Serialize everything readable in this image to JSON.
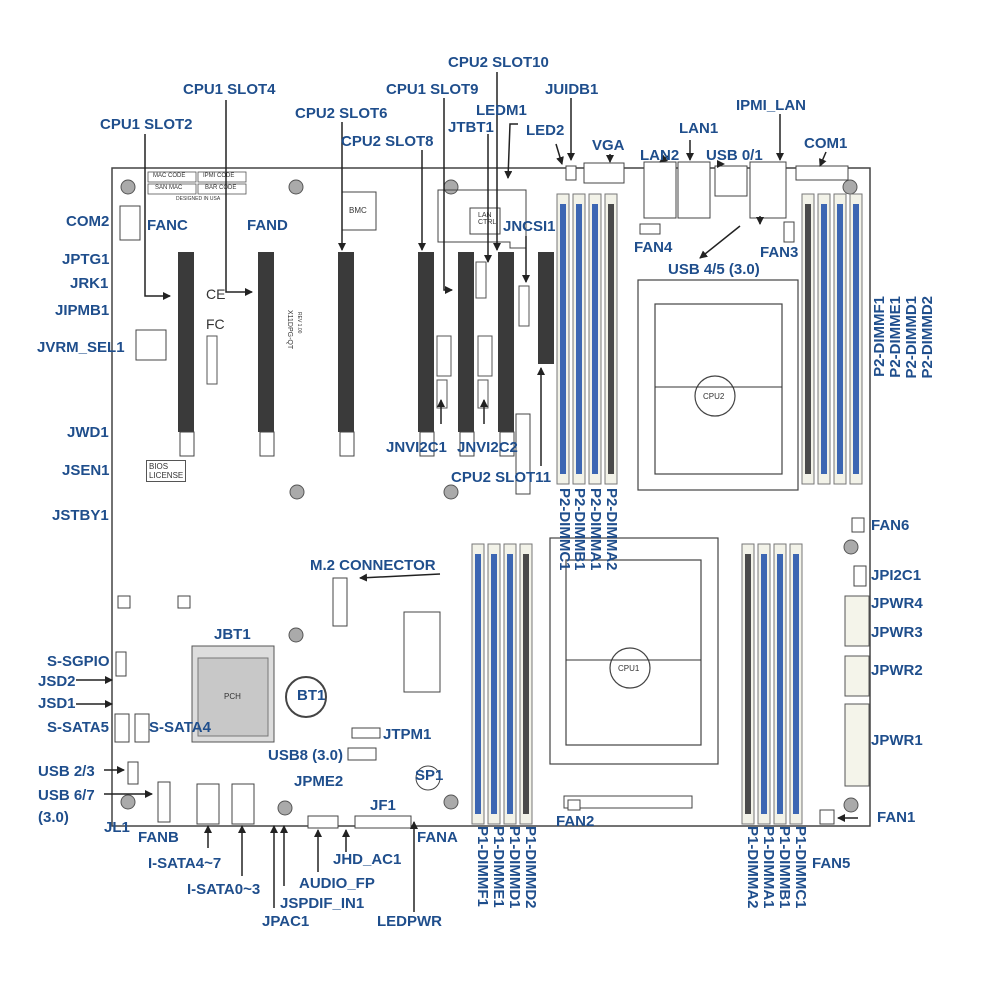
{
  "diagram": {
    "colors": {
      "label": "#1f4e8c",
      "dimm_blue": "#3c66b3",
      "dimm_dark": "#4a4a4a",
      "board_line": "#444444",
      "arrow": "#222222"
    },
    "chips": {
      "bmc": "BMC",
      "lan_ctrl": "LAN\nCTRL",
      "cpu2": "CPU2",
      "cpu1": "CPU1",
      "pch": "PCH",
      "bios": "BIOS\nLICENSE"
    },
    "silkscreen": {
      "mac_code": "MAC CODE",
      "ipmi_code": "IPMI CODE",
      "san_mac": "SAN MAC",
      "bar_code": "BAR CODE",
      "designed": "DESIGNED IN USA",
      "model": "X11DPG-QT",
      "rev": "REV 1.00",
      "ce": "CE",
      "fc": "FC"
    },
    "labels": {
      "cpu2_slot10": "CPU2 SLOT10",
      "cpu1_slot4": "CPU1 SLOT4",
      "cpu1_slot9": "CPU1 SLOT9",
      "juidb1": "JUIDB1",
      "ledm1": "LEDM1",
      "cpu2_slot6": "CPU2 SLOT6",
      "ipmi_lan": "IPMI_LAN",
      "cpu1_slot2": "CPU1 SLOT2",
      "led2": "LED2",
      "jtbt1": "JTBT1",
      "lan1": "LAN1",
      "cpu2_slot8": "CPU2 SLOT8",
      "vga": "VGA",
      "com1": "COM1",
      "lan2": "LAN2",
      "usb01": "USB 0/1",
      "com2": "COM2",
      "fanc": "FANC",
      "fand": "FAND",
      "jncsi1": "JNCSI1",
      "fan4": "FAN4",
      "fan3": "FAN3",
      "jptg1": "JPTG1",
      "usb45": "USB 4/5 (3.0)",
      "jrk1": "JRK1",
      "jipmb1": "JIPMB1",
      "jvrm_sel1": "JVRM_SEL1",
      "jwd1": "JWD1",
      "jnvi2c1": "JNVI2C1",
      "jnvi2c2": "JNVI2C2",
      "jsen1": "JSEN1",
      "cpu2_slot11": "CPU2 SLOT11",
      "jstby1": "JSTBY1",
      "fan6": "FAN6",
      "m2": "M.2 CONNECTOR",
      "jpi2c1": "JPI2C1",
      "jpwr4": "JPWR4",
      "jbt1": "JBT1",
      "jpwr3": "JPWR3",
      "s_sgpio": "S-SGPIO",
      "jsd2": "JSD2",
      "jpwr2": "JPWR2",
      "bt1": "BT1",
      "jsd1": "JSD1",
      "s_sata5": "S-SATA5",
      "s_sata4": "S-SATA4",
      "jtpm1": "JTPM1",
      "jpwr1": "JPWR1",
      "usb8": "USB8 (3.0)",
      "usb23": "USB 2/3",
      "sp1": "SP1",
      "jpme2": "JPME2",
      "usb67": "USB 6/7",
      "jf1": "JF1",
      "fan1": "FAN1",
      "usb67_30": "(3.0)",
      "fan2": "FAN2",
      "jl1": "JL1",
      "fanb": "FANB",
      "fana": "FANA",
      "fan5": "FAN5",
      "jhd_ac1": "JHD_AC1",
      "isata47": "I-SATA4~7",
      "audio_fp": "AUDIO_FP",
      "isata03": "I-SATA0~3",
      "jspdif": "JSPDIF_IN1",
      "jpac1": "JPAC1",
      "ledpwr": "LEDPWR"
    },
    "vertical_labels": {
      "p2_dimma1": "P2-DIMMA1",
      "p2_dimmb1": "P2-DIMMB1",
      "p2_dimmc1": "P2-DIMMC1",
      "p2_dimma2": "P2-DIMMA2",
      "p2_dimmf1": "P2-DIMMF1",
      "p2_dimme1": "P2-DIMME1",
      "p2_dimmd1": "P2-DIMMD1",
      "p2_dimmd2": "P2-DIMMD2",
      "p1_dimmf1": "P1-DIMMF1",
      "p1_dimme1": "P1-DIMME1",
      "p1_dimmd1": "P1-DIMMD1",
      "p1_dimmd2": "P1-DIMMD2",
      "p1_dimma2": "P1-DIMMA2",
      "p1_dimma1": "P1-DIMMA1",
      "p1_dimmb1": "P1-DIMMB1",
      "p1_dimmc1": "P1-DIMMC1"
    }
  }
}
